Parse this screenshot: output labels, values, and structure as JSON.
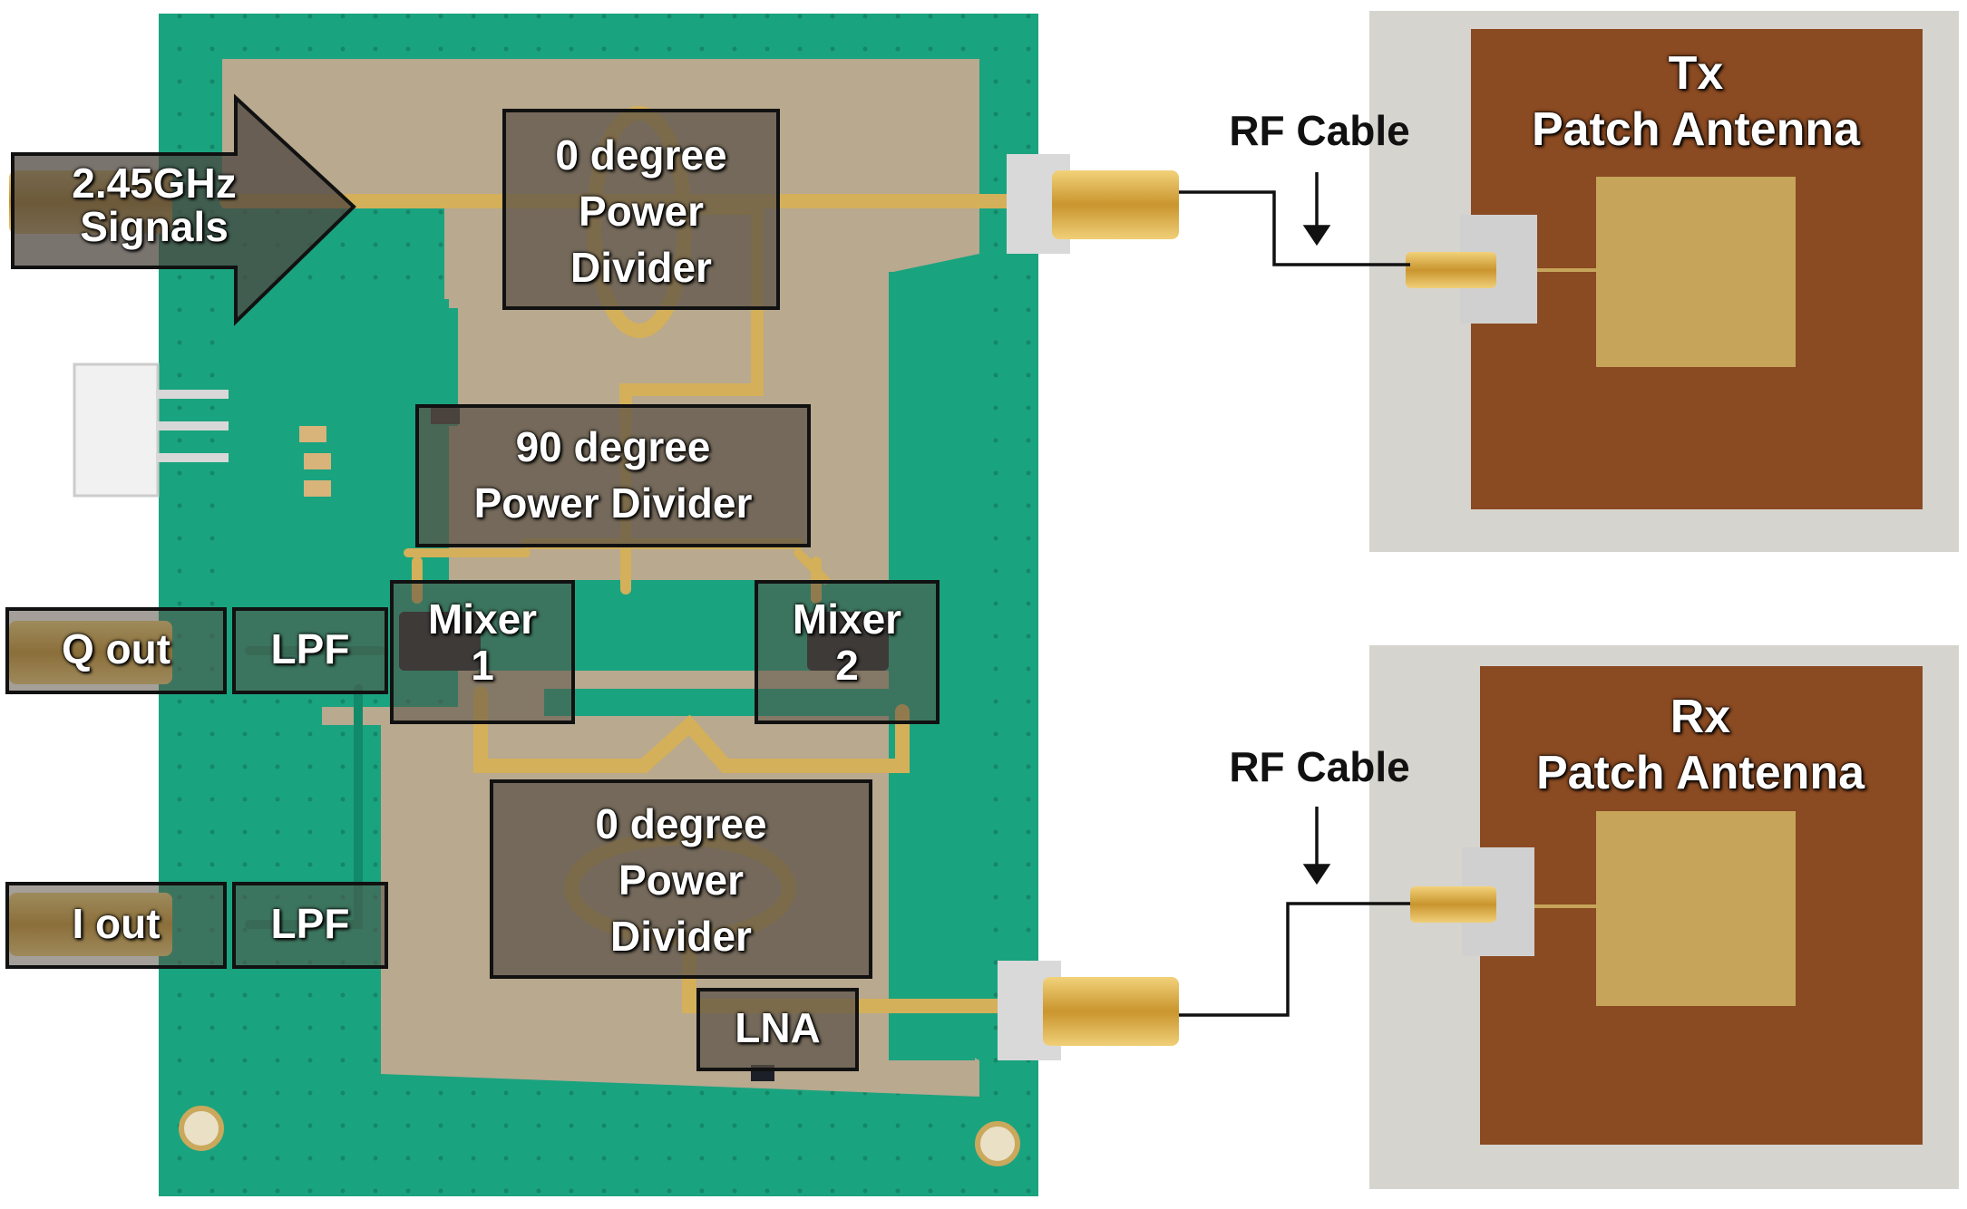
{
  "labels": {
    "input_signal": {
      "line1": "2.45GHz",
      "line2": "Signals"
    },
    "power_divider_top": {
      "line1": "0 degree",
      "line2": "Power",
      "line3": "Divider"
    },
    "power_divider_90": {
      "line1": "90 degree",
      "line2": "Power Divider"
    },
    "mixer_1": {
      "line1": "Mixer",
      "line2": "1"
    },
    "mixer_2": {
      "line1": "Mixer",
      "line2": "2"
    },
    "power_divider_bottom": {
      "line1": "0 degree",
      "line2": "Power",
      "line3": "Divider"
    },
    "lna": "LNA",
    "q_out": "Q out",
    "i_out": "I out",
    "lpf_q": "LPF",
    "lpf_i": "LPF"
  },
  "tx_antenna": {
    "line1": "Tx",
    "line2": "Patch Antenna",
    "cable": "RF Cable"
  },
  "rx_antenna": {
    "line1": "Rx",
    "line2": "Patch Antenna",
    "cable": "RF Cable"
  },
  "colors": {
    "pcb_green": "#1aa37f",
    "pcb_substrate": "#b8a98f",
    "copper_trace": "#d4b05a",
    "antenna_substrate": "#8a4a22",
    "patch_gold": "#c6a55a",
    "label_box": "#5a5045"
  }
}
